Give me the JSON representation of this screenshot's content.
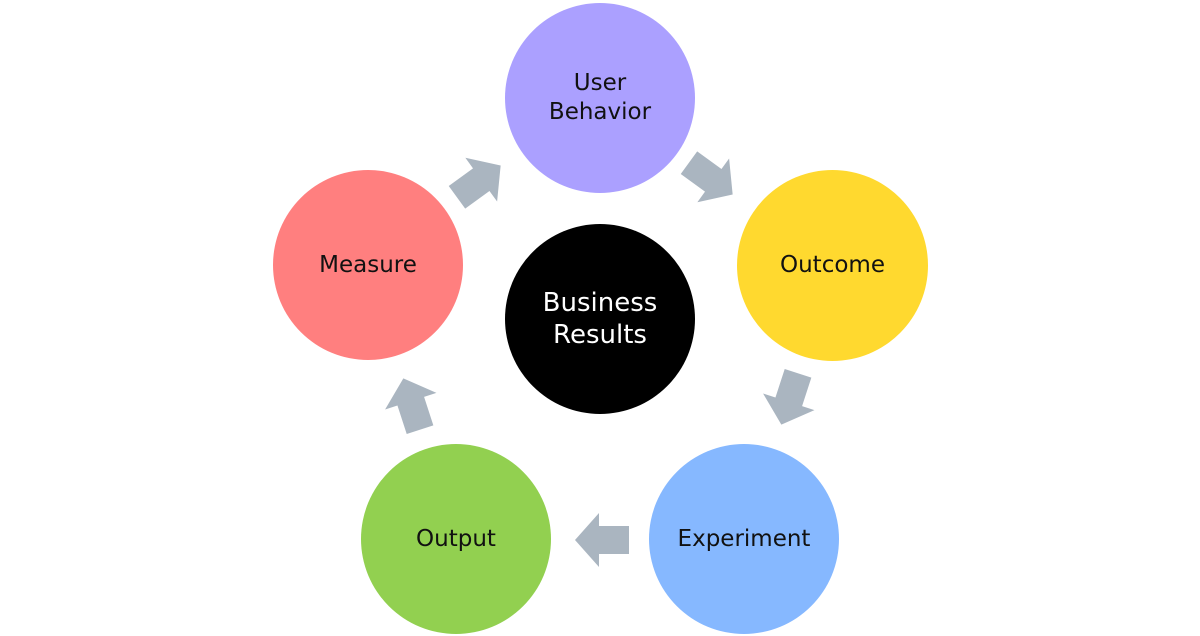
{
  "diagram": {
    "center": {
      "label": "Business\nResults",
      "color": "#000000"
    },
    "nodes": [
      {
        "id": "user-behavior",
        "label": "User\nBehavior",
        "color": "#aba0ff"
      },
      {
        "id": "outcome",
        "label": "Outcome",
        "color": "#ffd92f"
      },
      {
        "id": "experiment",
        "label": "Experiment",
        "color": "#86b8ff"
      },
      {
        "id": "output",
        "label": "Output",
        "color": "#92d050"
      },
      {
        "id": "measure",
        "label": "Measure",
        "color": "#ff7f7f"
      }
    ],
    "arrow_color": "#aab5c0",
    "flow": [
      "user-behavior",
      "outcome",
      "experiment",
      "output",
      "measure",
      "user-behavior"
    ]
  }
}
